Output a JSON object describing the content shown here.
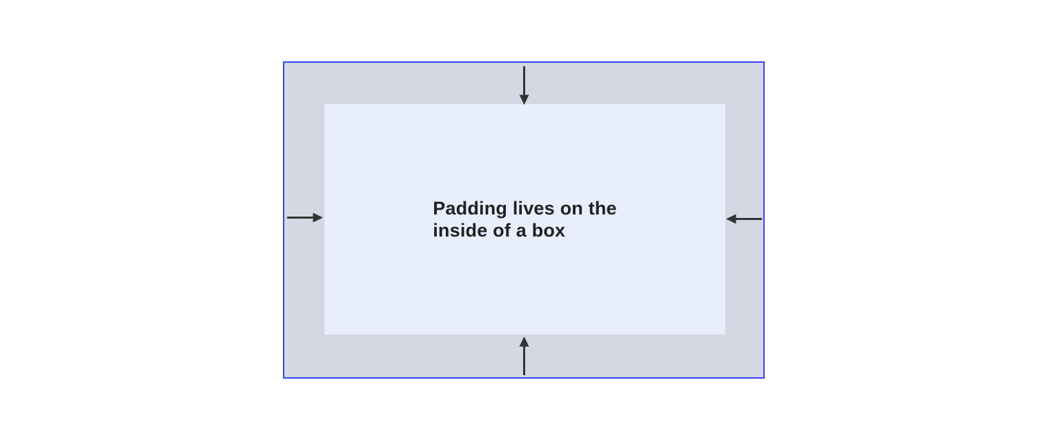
{
  "colors": {
    "page-bg": "#ffffff",
    "border-blue": "#3542ef",
    "padding-area": "#d3d8e2",
    "content-area": "#e8eefb",
    "arrow": "#333333",
    "text": "#202124"
  },
  "content_box": {
    "label_lines": {
      "0": "Padding lives on the",
      "1": "inside of a box"
    }
  },
  "arrows": {
    "top": "down-arrow",
    "bottom": "up-arrow",
    "left": "right-arrow",
    "right": "left-arrow"
  }
}
